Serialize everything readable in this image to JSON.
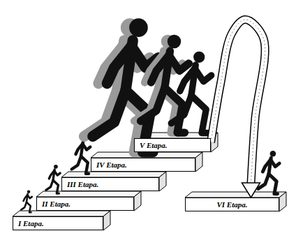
{
  "diagram": {
    "nodes": [
      {
        "text": [
          "I Etapa."
        ]
      },
      {
        "text": [
          "II Etapa."
        ]
      },
      {
        "text": [
          "III Etapa."
        ]
      },
      {
        "text": [
          "IV Etapa."
        ]
      },
      {
        "text": [
          "V Etapa."
        ]
      },
      {
        "text": [
          "VI Etapa."
        ]
      }
    ],
    "edges": [
      {
        "from": 4,
        "to": 5,
        "arrow": "to"
      }
    ]
  }
}
